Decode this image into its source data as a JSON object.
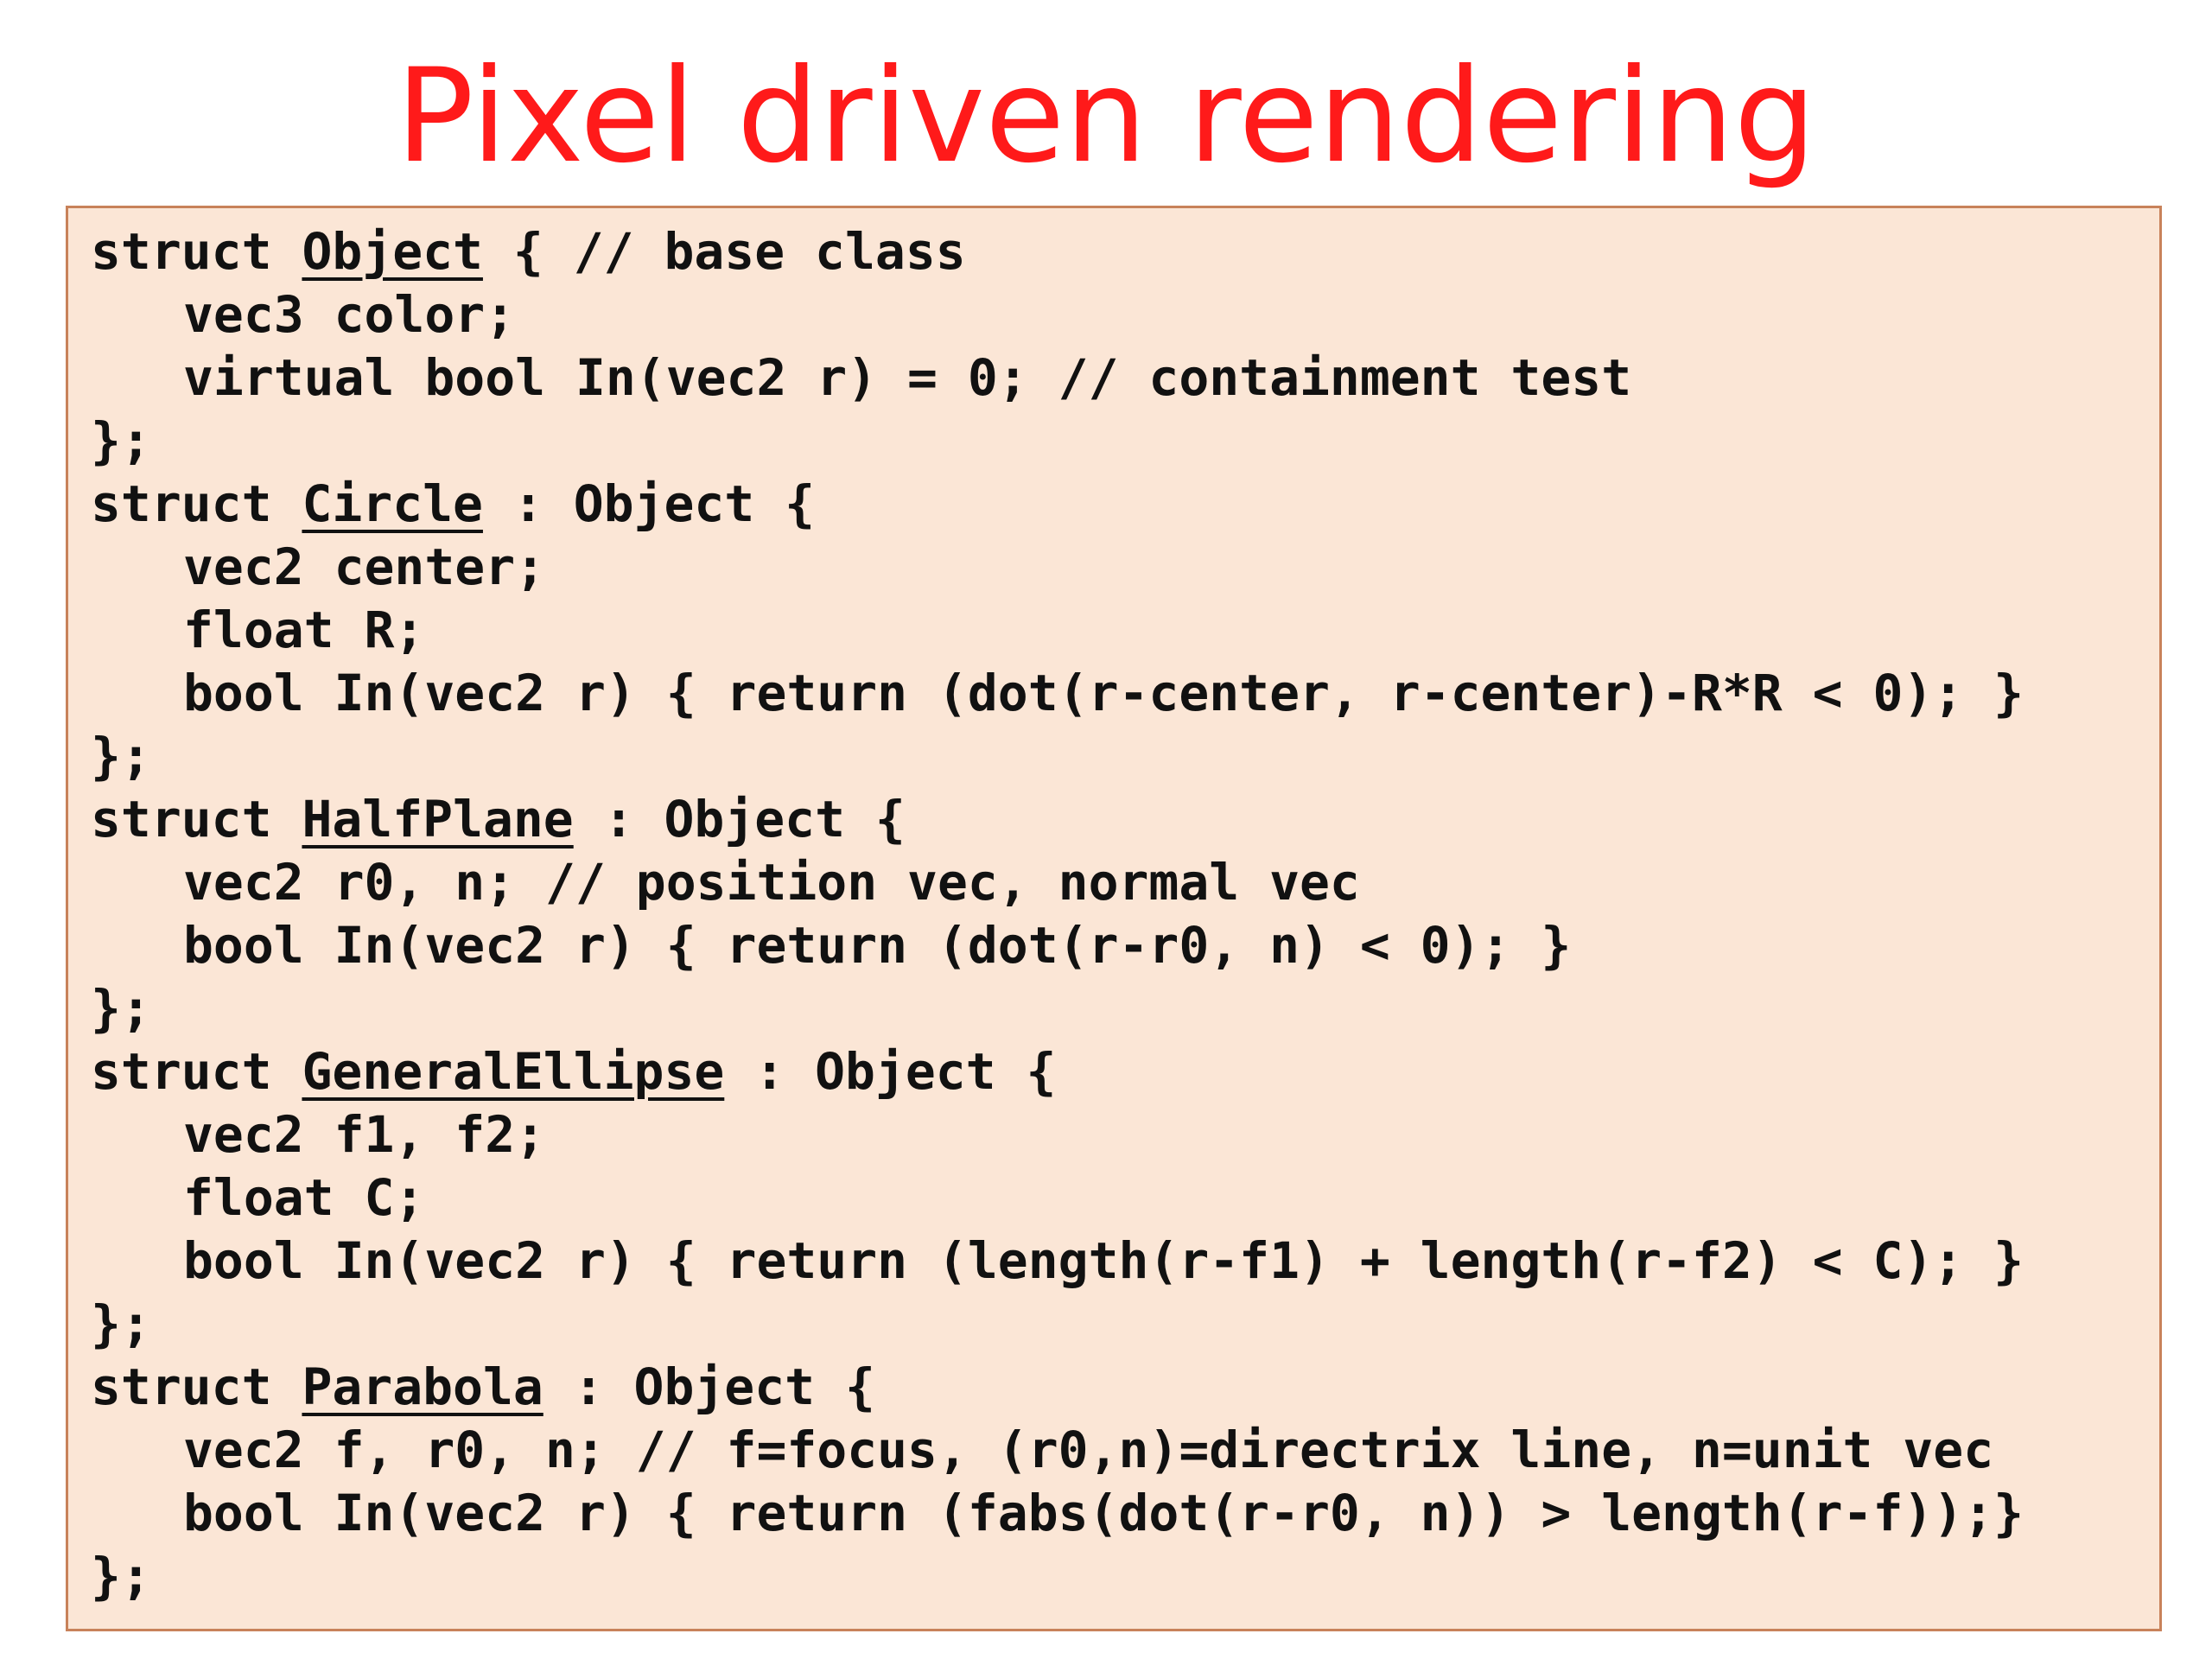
{
  "slide": {
    "title": "Pixel driven rendering"
  },
  "code": {
    "object": {
      "kw": "struct ",
      "name": "Object",
      "rest": " { // base class",
      "l1": "vec3 color;",
      "l2": "virtual bool In(vec2 r) = 0; // containment test",
      "end": "};"
    },
    "circle": {
      "kw": "struct ",
      "name": "Circle",
      "rest": " : Object {",
      "l1": "vec2 center;",
      "l2": "float R;",
      "l3": "bool In(vec2 r) { return (dot(r-center, r-center)-R*R < 0); }",
      "end": "};"
    },
    "halfplane": {
      "kw": "struct ",
      "name": "HalfPlane",
      "rest": " : Object {",
      "l1": "vec2 r0, n; // position vec, normal vec",
      "l2": "bool In(vec2 r) { return (dot(r-r0, n) < 0); }",
      "end": "};"
    },
    "ellipse": {
      "kw": "struct ",
      "name": "GeneralEllipse",
      "rest": " : Object {",
      "l1": "vec2 f1, f2;",
      "l2": "float C;",
      "l3": "bool In(vec2 r) { return (length(r-f1) + length(r-f2) < C); }",
      "end": "};"
    },
    "parabola": {
      "kw": "struct ",
      "name": "Parabola",
      "rest": " : Object {",
      "l1": "vec2 f, r0, n; // f=focus, (r0,n)=directrix line, n=unit vec",
      "l2": "bool In(vec2 r) { return (fabs(dot(r-r0, n)) > length(r-f));}",
      "end": "};"
    }
  }
}
